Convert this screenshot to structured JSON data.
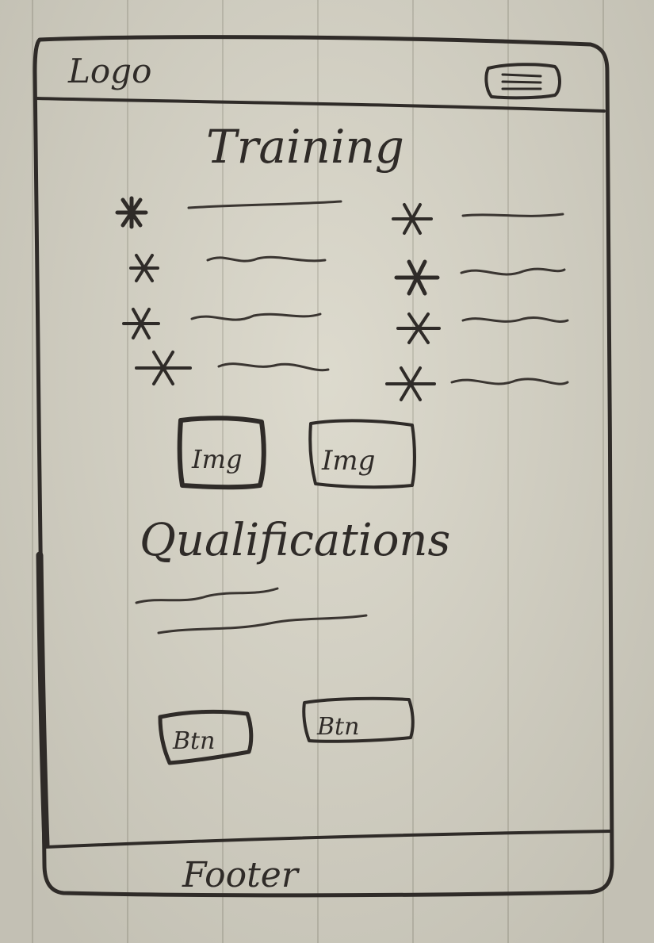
{
  "header": {
    "logo_text": "Logo",
    "menu_icon": "hamburger-menu-icon"
  },
  "training": {
    "title": "Training",
    "bullet_icon": "asterisk-bullet-icon",
    "left_items": 4,
    "right_items": 4,
    "images": [
      {
        "label": "Img"
      },
      {
        "label": "Img"
      }
    ]
  },
  "qualifications": {
    "title": "Qualifications",
    "text_lines": 2
  },
  "buttons": [
    {
      "label": "Btn"
    },
    {
      "label": "Btn"
    }
  ],
  "footer": {
    "text": "Footer"
  },
  "colors": {
    "paper": "#d9d6c8",
    "ink": "#2f2b28"
  }
}
